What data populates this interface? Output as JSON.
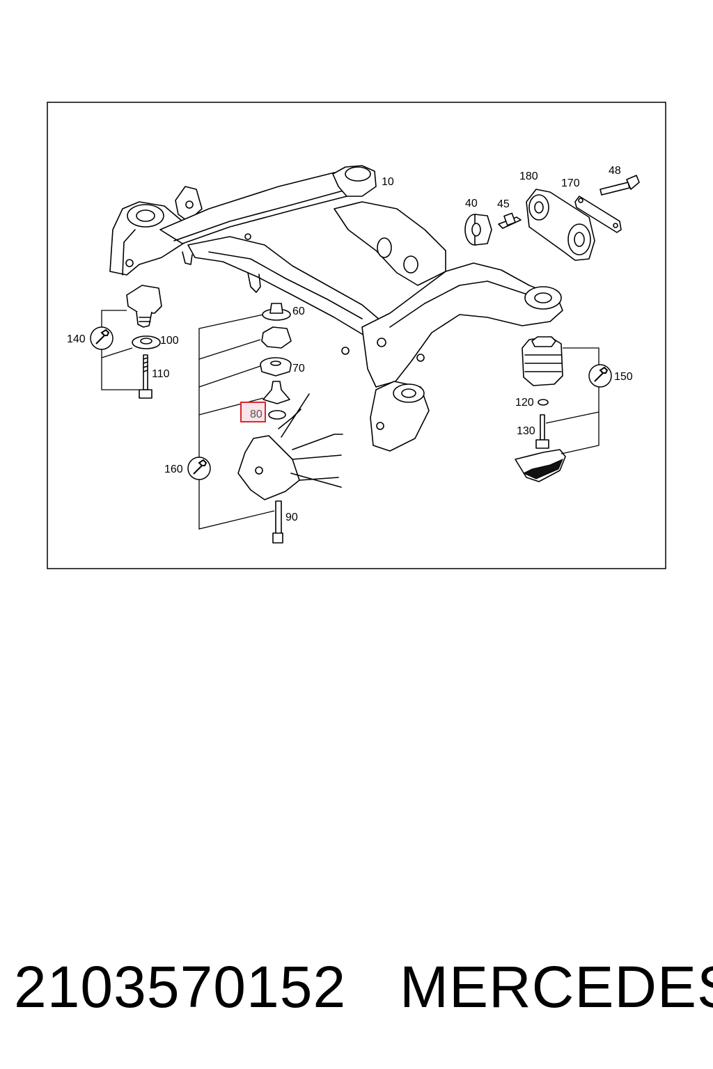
{
  "labels": {
    "p10": "10",
    "p40": "40",
    "p45": "45",
    "p48": "48",
    "p60": "60",
    "p70": "70",
    "p80": "80",
    "p90": "90",
    "p100": "100",
    "p110": "110",
    "p120": "120",
    "p130": "130",
    "p140": "140",
    "p150": "150",
    "p160": "160",
    "p170": "170",
    "p180": "180"
  },
  "highlighted_part": "80",
  "colors": {
    "highlight_border": "#d9262b",
    "highlight_fill": "#fbe3ea",
    "highlight_text": "#555555"
  },
  "icons": [
    "wrench-icon"
  ],
  "footer": {
    "part_number": "2103570152",
    "brand": "MERCEDES"
  }
}
